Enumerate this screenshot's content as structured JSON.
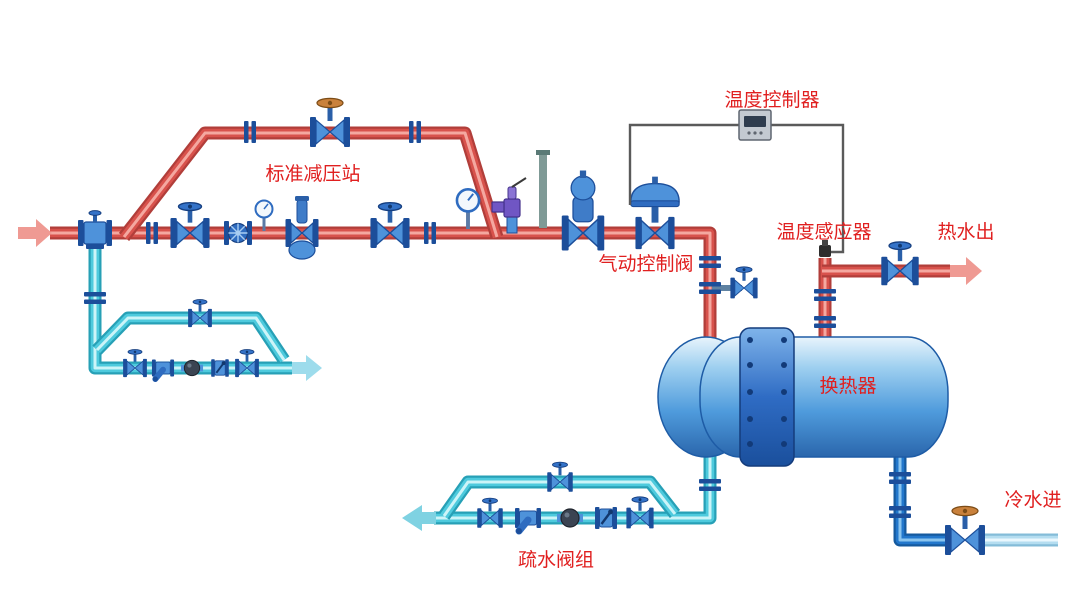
{
  "diagram": {
    "labels": {
      "prv_station": "标准减压站",
      "temperature_controller": "温度控制器",
      "temperature_sensor": "温度感应器",
      "hot_water_out": "热水出",
      "pneumatic_control_valve": "气动控制阀",
      "heat_exchanger": "换热器",
      "trap_group": "疏水阀组",
      "cold_water_in": "冷水进"
    },
    "colors": {
      "label_text": "#e01f1f",
      "steam_pipe": "#d8524c",
      "condensate_pipe": "#4ecadd",
      "cold_water_pipe": "#2277cc",
      "cold_water_supply": "#b4ddf0",
      "signal_line": "#5a5a5a"
    }
  }
}
